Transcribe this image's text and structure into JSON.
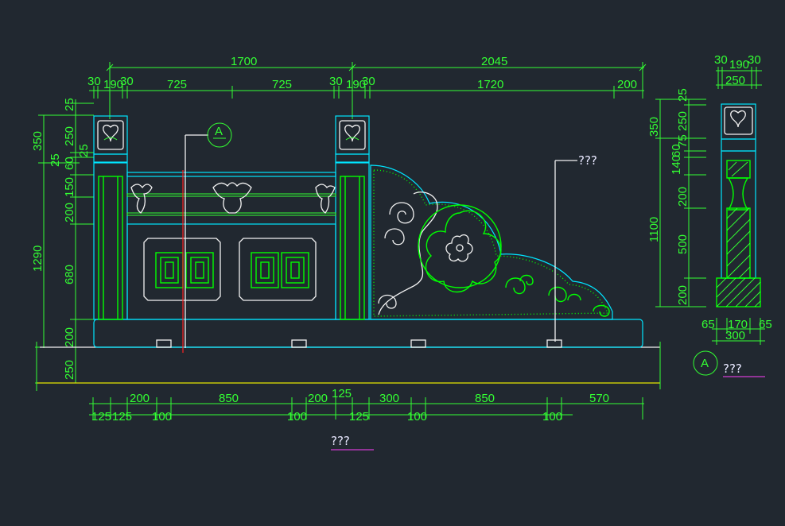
{
  "drawing": {
    "dims_top_row1": [
      "1700",
      "2045"
    ],
    "dims_top_row2": [
      "30",
      "190",
      "30",
      "725",
      "725",
      "30",
      "190",
      "30",
      "1720",
      "200"
    ],
    "dims_left": [
      "25",
      "350",
      "250",
      "25",
      "25",
      "60",
      "150",
      "200",
      "1290",
      "680",
      "200",
      "250"
    ],
    "dims_bottom_row1": [
      "200",
      "850",
      "200",
      "125",
      "300",
      "850",
      "570"
    ],
    "dims_bottom_row2": [
      "125",
      "125",
      "100",
      "100",
      "125",
      "100",
      "100"
    ],
    "section_marker": "A",
    "note_label": "???",
    "main_title": "???",
    "section": {
      "dims_top": [
        "30",
        "190",
        "30",
        "250"
      ],
      "dims_left": [
        "25",
        "350",
        "250",
        "75",
        "60",
        "1100",
        "140",
        "200",
        "500",
        "200"
      ],
      "dims_bottom": [
        "65",
        "170",
        "65",
        "300"
      ],
      "marker": "A",
      "title": "???"
    }
  },
  "colors": {
    "background": "#212830",
    "green": "#33ff33",
    "cyan": "#00e5ff",
    "white": "#f2f2f2",
    "yellow": "#e6e600",
    "red": "#ff2222",
    "magenta": "#d23cd2"
  }
}
